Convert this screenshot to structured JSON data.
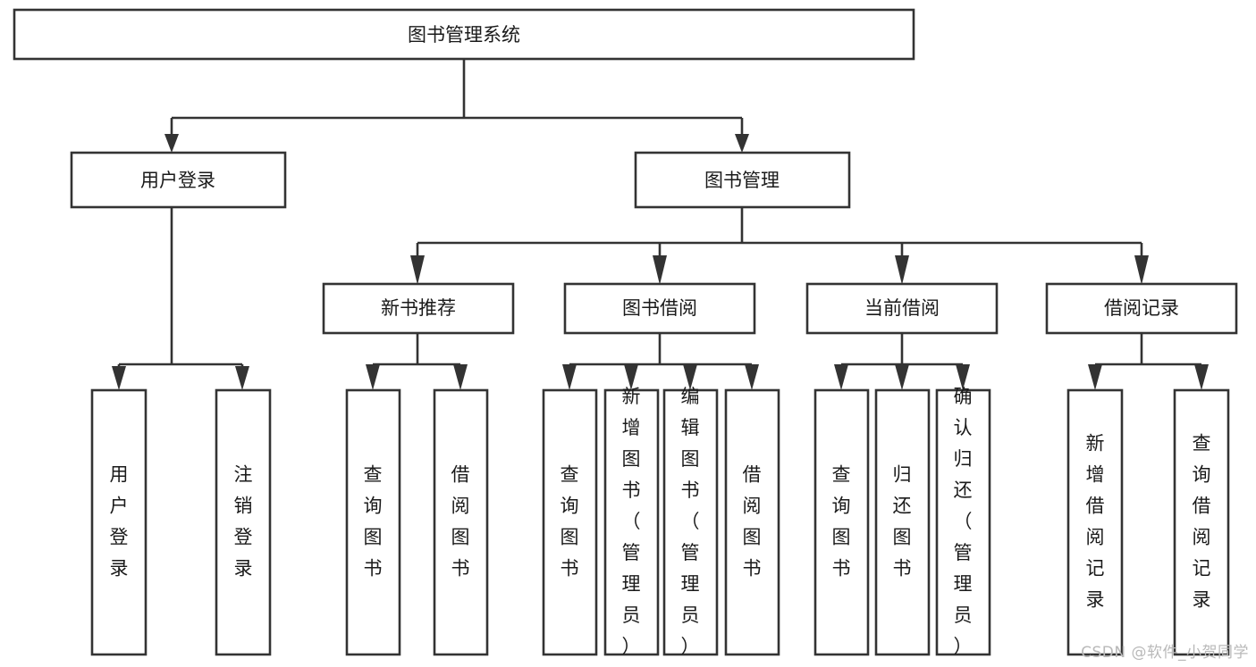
{
  "diagram": {
    "type": "tree-hierarchy",
    "title": "图书管理系统",
    "orientation": "top-down",
    "colors": {
      "box_stroke": "#333333",
      "box_fill": "#ffffff",
      "text": "#1a1a1a",
      "background": "#ffffff",
      "watermark": "#b9b9b9"
    },
    "levels": {
      "level1": "root",
      "level2": "modules",
      "level3": "submodules",
      "level4": "functions"
    }
  },
  "root": {
    "label": "图书管理系统"
  },
  "level2": [
    {
      "id": "user-login",
      "label": "用户登录"
    },
    {
      "id": "book-manage",
      "label": "图书管理"
    }
  ],
  "level3": [
    {
      "id": "new-book-recommend",
      "label": "新书推荐",
      "parent": "book-manage"
    },
    {
      "id": "book-borrow",
      "label": "图书借阅",
      "parent": "book-manage"
    },
    {
      "id": "current-borrow",
      "label": "当前借阅",
      "parent": "book-manage"
    },
    {
      "id": "borrow-record",
      "label": "借阅记录",
      "parent": "book-manage"
    }
  ],
  "leaves": {
    "user_login": [
      {
        "id": "leaf-user-login",
        "label": "用户登录"
      },
      {
        "id": "leaf-logout-login",
        "label": "注销登录"
      }
    ],
    "new_book_recommend": [
      {
        "id": "leaf-query-book-1",
        "label": "查询图书"
      },
      {
        "id": "leaf-borrow-book-1",
        "label": "借阅图书"
      }
    ],
    "book_borrow": [
      {
        "id": "leaf-query-book-2",
        "label": "查询图书"
      },
      {
        "id": "leaf-add-book",
        "label": "新增图书（管理员）"
      },
      {
        "id": "leaf-edit-book",
        "label": "编辑图书（管理员）"
      },
      {
        "id": "leaf-borrow-book-2",
        "label": "借阅图书"
      }
    ],
    "current_borrow": [
      {
        "id": "leaf-query-book-3",
        "label": "查询图书"
      },
      {
        "id": "leaf-return-book",
        "label": "归还图书"
      },
      {
        "id": "leaf-confirm-return",
        "label": "确认归还（管理员）"
      }
    ],
    "borrow_record": [
      {
        "id": "leaf-add-record",
        "label": "新增借阅记录"
      },
      {
        "id": "leaf-query-record",
        "label": "查询借阅记录"
      }
    ]
  },
  "watermark": {
    "text": "CSDN @软件_小贺同学"
  }
}
